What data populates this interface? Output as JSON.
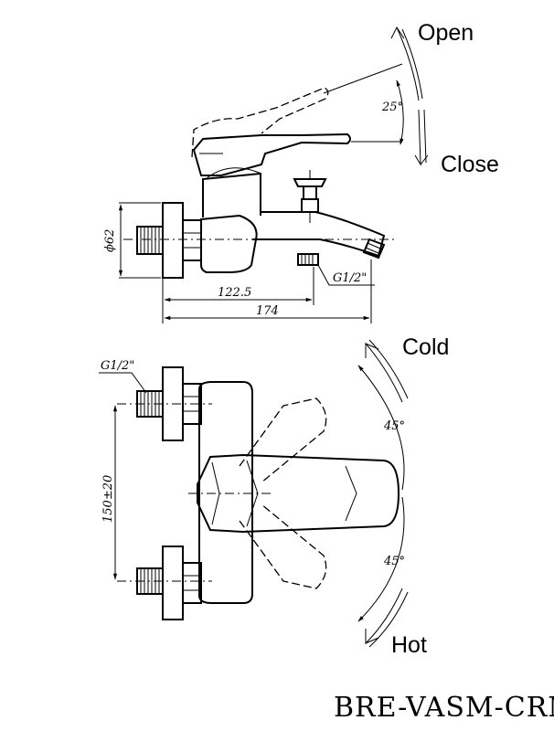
{
  "labels": {
    "open": "Open",
    "close": "Close",
    "cold": "Cold",
    "hot": "Hot",
    "model_code": "BRE-VASM-CRM"
  },
  "dimensions": {
    "lever_angle": "25°",
    "diameter": "ϕ62",
    "spout_depth": "122.5",
    "overall_depth": "174",
    "thread_top": "G1/2\"",
    "thread_front": "G1/2\"",
    "centers": "150±20",
    "cold_angle": "45°",
    "hot_angle": "45°"
  }
}
